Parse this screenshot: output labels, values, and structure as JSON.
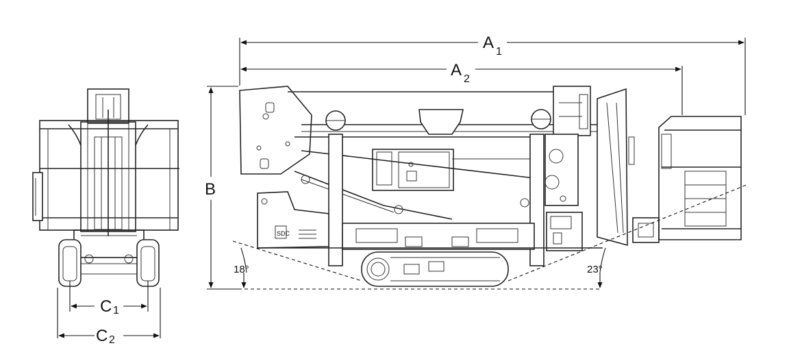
{
  "dimensions": {
    "a1": {
      "letter": "A",
      "sub": "1"
    },
    "a2": {
      "letter": "A",
      "sub": "2"
    },
    "b": {
      "letter": "B"
    },
    "c1": {
      "letter": "C",
      "sub": "1"
    },
    "c2": {
      "letter": "C",
      "sub": "2"
    }
  },
  "angles": {
    "left": "18°",
    "right": "23°"
  },
  "plates": {
    "badge": "SDC"
  }
}
